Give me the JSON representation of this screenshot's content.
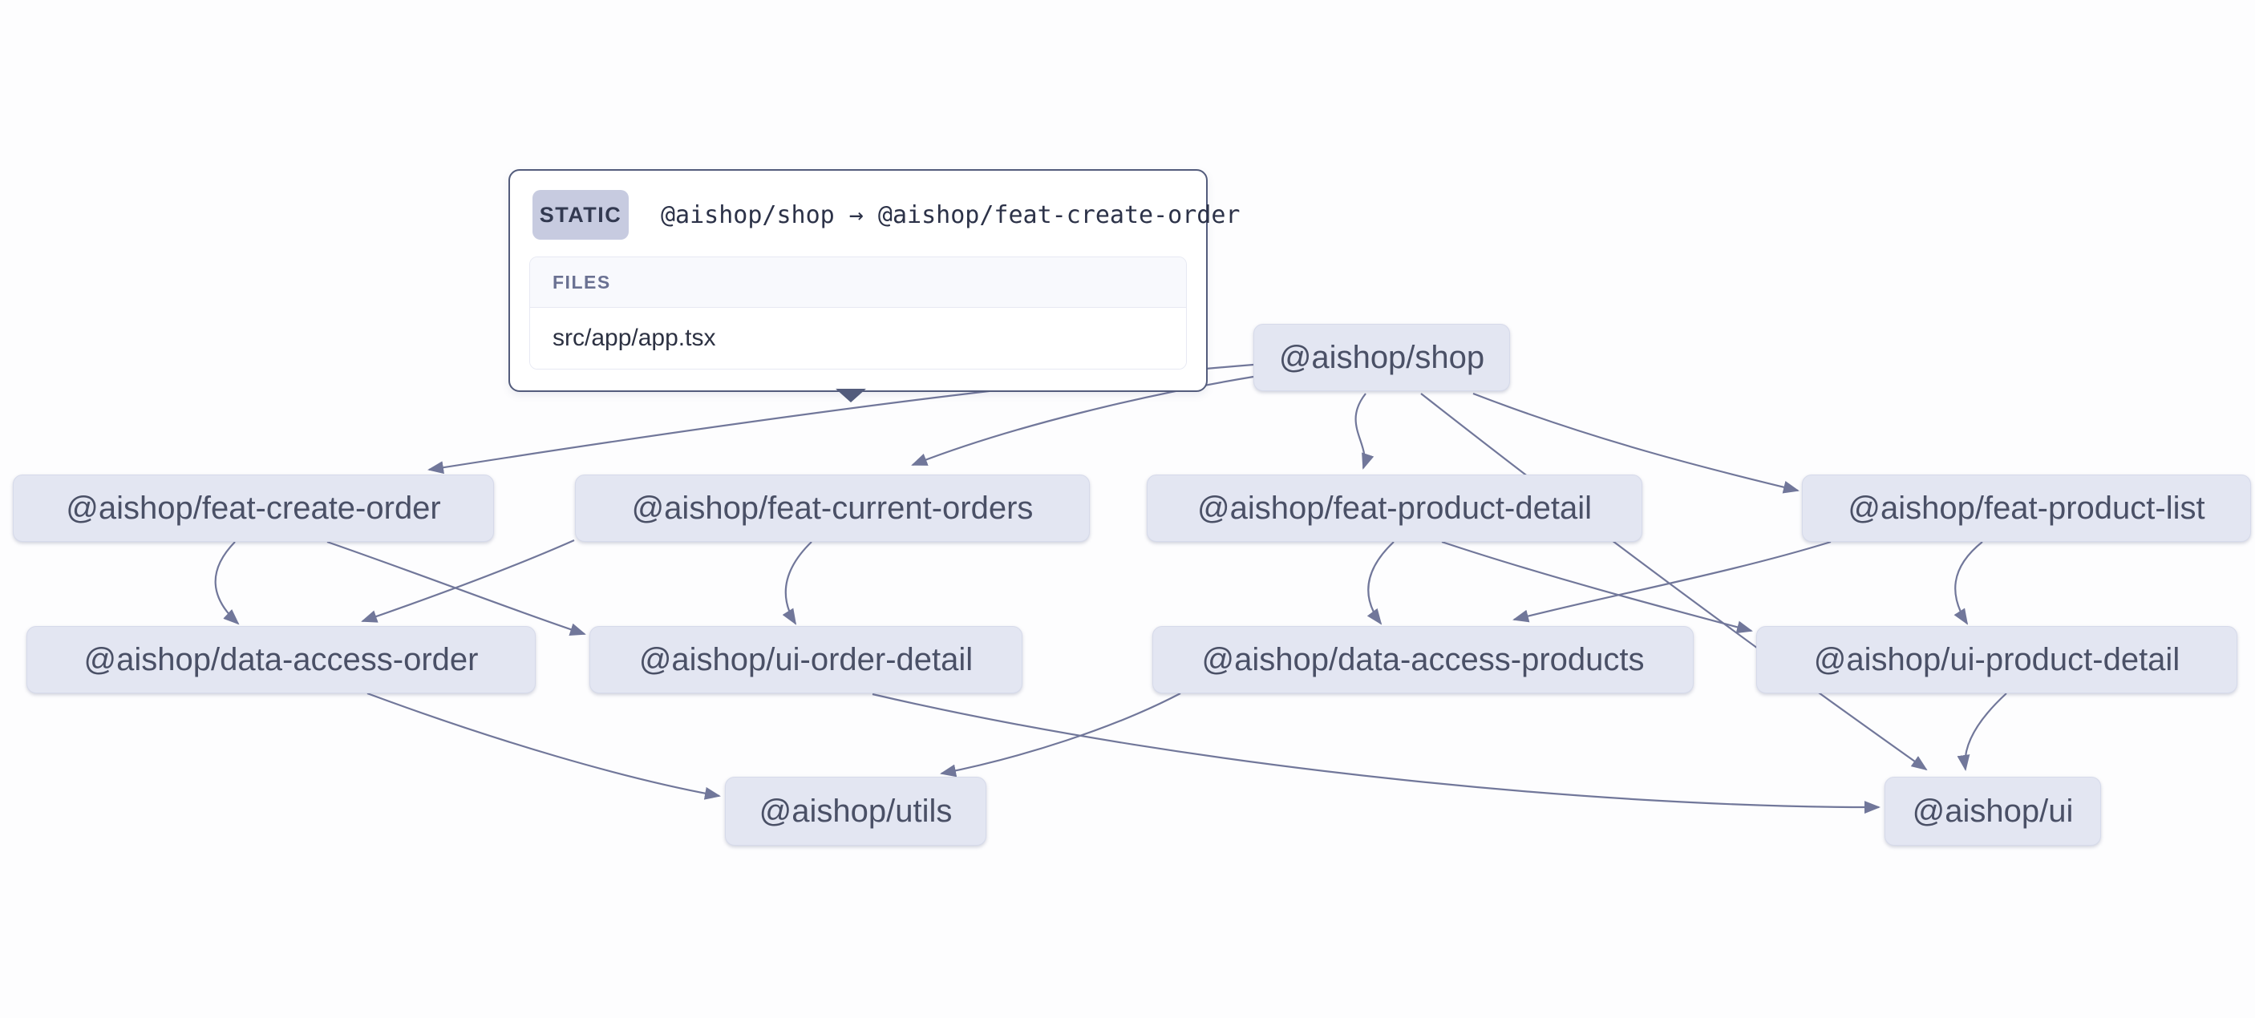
{
  "tooltip": {
    "type_badge": "STATIC",
    "edge_label": "@aishop/shop → @aishop/feat-create-order",
    "files_header": "FILES",
    "files": [
      "src/app/app.tsx"
    ]
  },
  "graph": {
    "nodes": [
      {
        "id": "shop",
        "label": "@aishop/shop"
      },
      {
        "id": "feat-create-order",
        "label": "@aishop/feat-create-order"
      },
      {
        "id": "feat-current-orders",
        "label": "@aishop/feat-current-orders"
      },
      {
        "id": "feat-product-detail",
        "label": "@aishop/feat-product-detail"
      },
      {
        "id": "feat-product-list",
        "label": "@aishop/feat-product-list"
      },
      {
        "id": "data-access-order",
        "label": "@aishop/data-access-order"
      },
      {
        "id": "ui-order-detail",
        "label": "@aishop/ui-order-detail"
      },
      {
        "id": "data-access-products",
        "label": "@aishop/data-access-products"
      },
      {
        "id": "ui-product-detail",
        "label": "@aishop/ui-product-detail"
      },
      {
        "id": "utils",
        "label": "@aishop/utils"
      },
      {
        "id": "ui",
        "label": "@aishop/ui"
      }
    ],
    "edges": [
      {
        "source": "@aishop/shop",
        "target": "@aishop/feat-create-order",
        "type": "static",
        "selected": true
      },
      {
        "source": "@aishop/shop",
        "target": "@aishop/feat-current-orders",
        "type": "static"
      },
      {
        "source": "@aishop/shop",
        "target": "@aishop/feat-product-detail",
        "type": "static"
      },
      {
        "source": "@aishop/shop",
        "target": "@aishop/feat-product-list",
        "type": "static"
      },
      {
        "source": "@aishop/shop",
        "target": "@aishop/ui",
        "type": "static"
      },
      {
        "source": "@aishop/feat-create-order",
        "target": "@aishop/data-access-order",
        "type": "static"
      },
      {
        "source": "@aishop/feat-create-order",
        "target": "@aishop/ui-order-detail",
        "type": "static"
      },
      {
        "source": "@aishop/feat-current-orders",
        "target": "@aishop/data-access-order",
        "type": "static"
      },
      {
        "source": "@aishop/feat-current-orders",
        "target": "@aishop/ui-order-detail",
        "type": "static"
      },
      {
        "source": "@aishop/feat-product-detail",
        "target": "@aishop/data-access-products",
        "type": "static"
      },
      {
        "source": "@aishop/feat-product-detail",
        "target": "@aishop/ui-product-detail",
        "type": "static"
      },
      {
        "source": "@aishop/feat-product-list",
        "target": "@aishop/data-access-products",
        "type": "static"
      },
      {
        "source": "@aishop/feat-product-list",
        "target": "@aishop/ui-product-detail",
        "type": "static"
      },
      {
        "source": "@aishop/data-access-order",
        "target": "@aishop/utils",
        "type": "static"
      },
      {
        "source": "@aishop/data-access-products",
        "target": "@aishop/utils",
        "type": "static"
      },
      {
        "source": "@aishop/ui-order-detail",
        "target": "@aishop/ui",
        "type": "static"
      },
      {
        "source": "@aishop/ui-product-detail",
        "target": "@aishop/ui",
        "type": "static"
      }
    ]
  },
  "colors": {
    "canvas_bg": "#fdfdfe",
    "node_bg": "#e3e6f2",
    "node_border": "#d6daea",
    "node_text": "#4a5066",
    "edge": "#71779a",
    "tooltip_border": "#535c7c",
    "badge_bg": "#c7cbe0",
    "badge_text": "#323950",
    "files_header_text": "#6a7192",
    "file_text": "#2c3142"
  }
}
